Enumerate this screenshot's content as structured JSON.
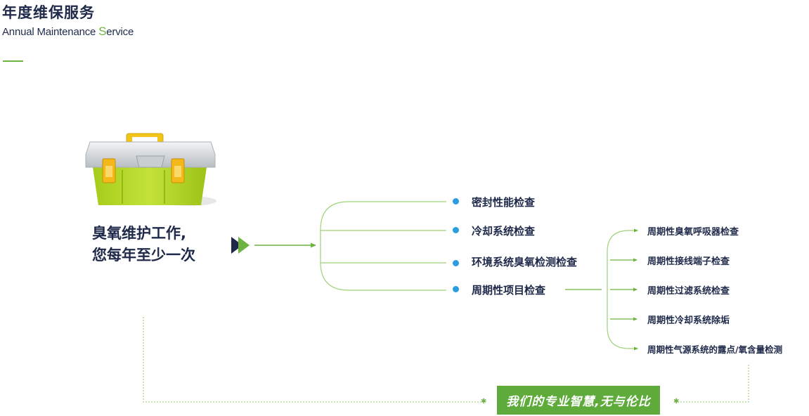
{
  "header": {
    "title_cn": "年度维保服务",
    "title_en_main": "Annual Maintenance ",
    "title_en_accent_letter": "S",
    "title_en_rest": "ervice"
  },
  "statement": {
    "line1": "臭氧维护工作,",
    "line2": "您每年至少一次"
  },
  "checks": [
    {
      "label": "密封性能检查"
    },
    {
      "label": "冷却系统检查"
    },
    {
      "label": "环境系统臭氧检测检查"
    },
    {
      "label": "周期性项目检查"
    }
  ],
  "periodic_items": [
    {
      "label": "周期性臭氧呼吸器检查"
    },
    {
      "label": "周期性接线端子检查"
    },
    {
      "label": "周期性过滤系统检查"
    },
    {
      "label": "周期性冷却系统除垢"
    },
    {
      "label": "周期性气源系统的露点/氧含量检测"
    }
  ],
  "banner": {
    "text": "我们的专业智慧,无与伦比"
  },
  "colors": {
    "navy": "#1f2a4a",
    "green": "#6cb33f",
    "banner_green": "#5eab3b",
    "dot_blue": "#2a9de0"
  },
  "icons": [
    "toolbox-icon",
    "double-chevron-icon",
    "bullet-dot-icon",
    "arrow-icon",
    "asterisk-icon"
  ]
}
